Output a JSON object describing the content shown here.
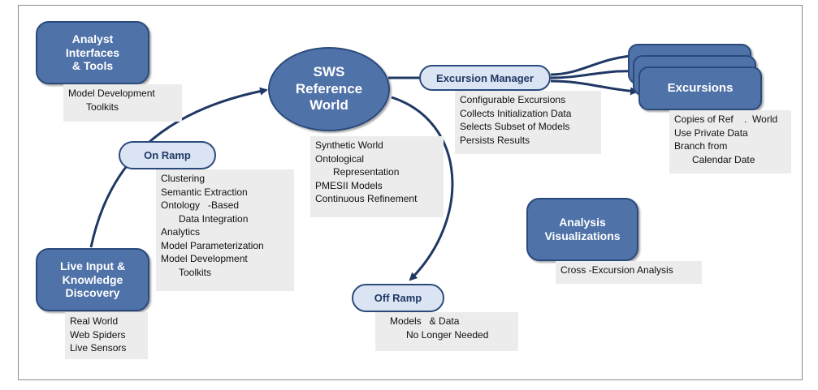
{
  "nodes": {
    "analyst": "Analyst\nInterfaces\n& Tools",
    "sws": "SWS\nReference\nWorld",
    "live_input": "Live Input   &\nKnowledge\nDiscovery",
    "excursions": "Excursions",
    "analysis": "Analysis\nVisualizations"
  },
  "pills": {
    "on_ramp": "On Ramp",
    "excursion_manager": "Excursion Manager",
    "off_ramp": "Off Ramp"
  },
  "notes": {
    "analyst": [
      "Model Development",
      "Toolkits"
    ],
    "on_ramp": [
      "Clustering",
      "Semantic Extraction",
      "Ontology   -Based",
      "Data Integration",
      "Analytics",
      "Model Parameterization",
      "Model Development",
      "Toolkits"
    ],
    "sws": [
      "Synthetic World",
      "Ontological",
      "Representation",
      "PMESII Models",
      "Continuous Refinement"
    ],
    "excursion_manager": [
      "Configurable Excursions",
      "Collects Initialization Data",
      "Selects Subset of Models",
      "Persists Results"
    ],
    "excursions": [
      "Copies of Ref    .  World",
      "Use Private Data",
      "Branch from",
      "Calendar Date"
    ],
    "live_input": [
      "Real World",
      "Web Spiders",
      "Live Sensors"
    ],
    "off_ramp": [
      "Models   & Data",
      "No Longer Needed"
    ],
    "analysis": [
      "Cross -Excursion Analysis"
    ]
  },
  "colors": {
    "node_fill": "#4f72a8",
    "node_border": "#2b4a7c",
    "pill_fill": "#dbe4f2",
    "arrow": "#1f3864",
    "note_bg": "#ececec"
  }
}
